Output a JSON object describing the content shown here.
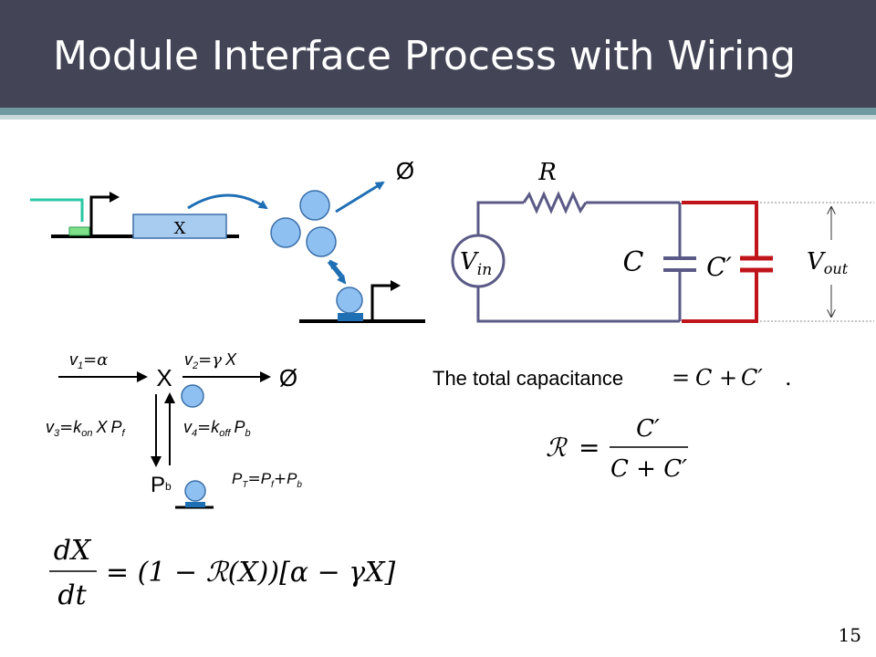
{
  "slide": {
    "title": "Module Interface Process with Wiring",
    "page_number": "15"
  },
  "gene_diagram": {
    "protein_label": "X",
    "degradation_symbol": "Ø"
  },
  "circuit": {
    "resistor_label": "R",
    "source_label_main": "V",
    "source_label_sub": "in",
    "capacitor_label": "C",
    "capacitor_prime_label": "C′",
    "output_label_main": "V",
    "output_label_sub": "out"
  },
  "reaction_scheme": {
    "v1_label": "v",
    "v1_sub": "1",
    "v1_rhs": "α",
    "v2_label": "v",
    "v2_sub": "2",
    "v2_rhs_gamma": "γ",
    "v2_rhs_X": "X",
    "v3_label": "v",
    "v3_sub": "3",
    "v3_k": "k",
    "v3_k_sub": "on",
    "v3_X": "X",
    "v3_P": "P",
    "v3_P_sub": "f",
    "v4_label": "v",
    "v4_sub": "4",
    "v4_k": "k",
    "v4_k_sub": "off",
    "v4_P": "P",
    "v4_P_sub": "b",
    "species_X": "X",
    "species_empty": "Ø",
    "species_Pb": "P",
    "species_Pb_sub": "b",
    "total_PT": "P",
    "total_PT_sub": "T",
    "total_Pf": "P",
    "total_Pf_sub": "f",
    "total_Pb": "P",
    "total_Pb_sub": "b"
  },
  "capacitance_text": {
    "sentence": "The total capacitance",
    "equals": "=",
    "expr_C": "C",
    "plus": "+",
    "expr_Cprime": "C′",
    "period": "."
  },
  "ratio_equation": {
    "lhs": "ℛ",
    "equals": "=",
    "numerator": "C′",
    "denominator": "C + C′"
  },
  "ode": {
    "num": "dX",
    "den": "dt",
    "rhs": "= (1 − ℛ(X))[α − γX]"
  }
}
